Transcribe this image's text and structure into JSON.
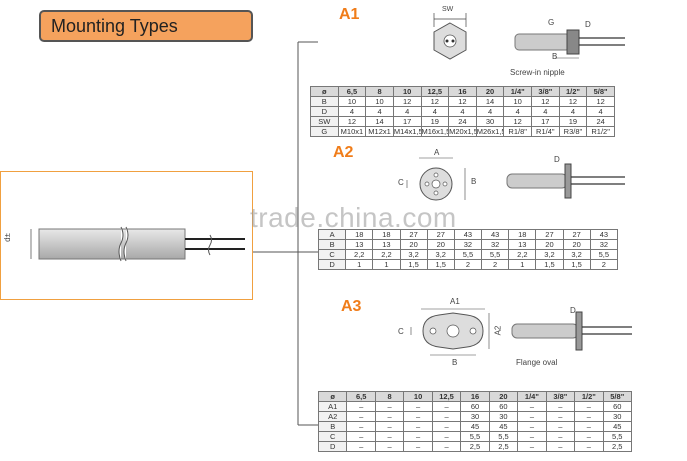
{
  "title": "Mounting Types",
  "sections": {
    "a1": {
      "label": "A1",
      "sw_label": "SW",
      "g_label": "G",
      "d_label": "D",
      "b_label": "B",
      "caption": "Screw-in nipple"
    },
    "a2": {
      "label": "A2",
      "a_label": "A",
      "b_label": "B",
      "c_label": "C",
      "d_label": "D"
    },
    "a3": {
      "label": "A3",
      "a1_label": "A1",
      "a2_label": "A2",
      "b_label": "B",
      "c_label": "C",
      "d_label": "D",
      "caption": "Flange oval"
    }
  },
  "heater": {
    "d_label": "d±"
  },
  "watermark": "trade.china.com",
  "tables": {
    "a1": {
      "headers": [
        "ø",
        "6,5",
        "8",
        "10",
        "12,5",
        "16",
        "20",
        "1/4\"",
        "3/8\"",
        "1/2\"",
        "5/8\""
      ],
      "rows": [
        [
          "B",
          "10",
          "10",
          "12",
          "12",
          "12",
          "14",
          "10",
          "12",
          "12",
          "12"
        ],
        [
          "D",
          "4",
          "4",
          "4",
          "4",
          "4",
          "4",
          "4",
          "4",
          "4",
          "4"
        ],
        [
          "SW",
          "12",
          "14",
          "17",
          "19",
          "24",
          "30",
          "12",
          "17",
          "19",
          "24"
        ],
        [
          "G",
          "M10x1",
          "M12x1",
          "M14x1,5",
          "M16x1,5",
          "M20x1,5",
          "M26x1,5",
          "R1/8\"",
          "R1/4\"",
          "R3/8\"",
          "R1/2\""
        ]
      ]
    },
    "a2": {
      "rows": [
        [
          "A",
          "18",
          "18",
          "27",
          "27",
          "43",
          "43",
          "18",
          "27",
          "27",
          "43"
        ],
        [
          "B",
          "13",
          "13",
          "20",
          "20",
          "32",
          "32",
          "13",
          "20",
          "20",
          "32"
        ],
        [
          "C",
          "2,2",
          "2,2",
          "3,2",
          "3,2",
          "5,5",
          "5,5",
          "2,2",
          "3,2",
          "3,2",
          "5,5"
        ],
        [
          "D",
          "1",
          "1",
          "1,5",
          "1,5",
          "2",
          "2",
          "1",
          "1,5",
          "1,5",
          "2"
        ]
      ]
    },
    "a3": {
      "headers": [
        "ø",
        "6,5",
        "8",
        "10",
        "12,5",
        "16",
        "20",
        "1/4\"",
        "3/8\"",
        "1/2\"",
        "5/8\""
      ],
      "rows": [
        [
          "A1",
          "–",
          "–",
          "–",
          "–",
          "60",
          "60",
          "–",
          "–",
          "–",
          "60"
        ],
        [
          "A2",
          "–",
          "–",
          "–",
          "–",
          "30",
          "30",
          "–",
          "–",
          "–",
          "30"
        ],
        [
          "B",
          "–",
          "–",
          "–",
          "–",
          "45",
          "45",
          "–",
          "–",
          "–",
          "45"
        ],
        [
          "C",
          "–",
          "–",
          "–",
          "–",
          "5,5",
          "5,5",
          "–",
          "–",
          "–",
          "5,5"
        ],
        [
          "D",
          "–",
          "–",
          "–",
          "–",
          "2,5",
          "2,5",
          "–",
          "–",
          "–",
          "2,5"
        ]
      ]
    }
  }
}
